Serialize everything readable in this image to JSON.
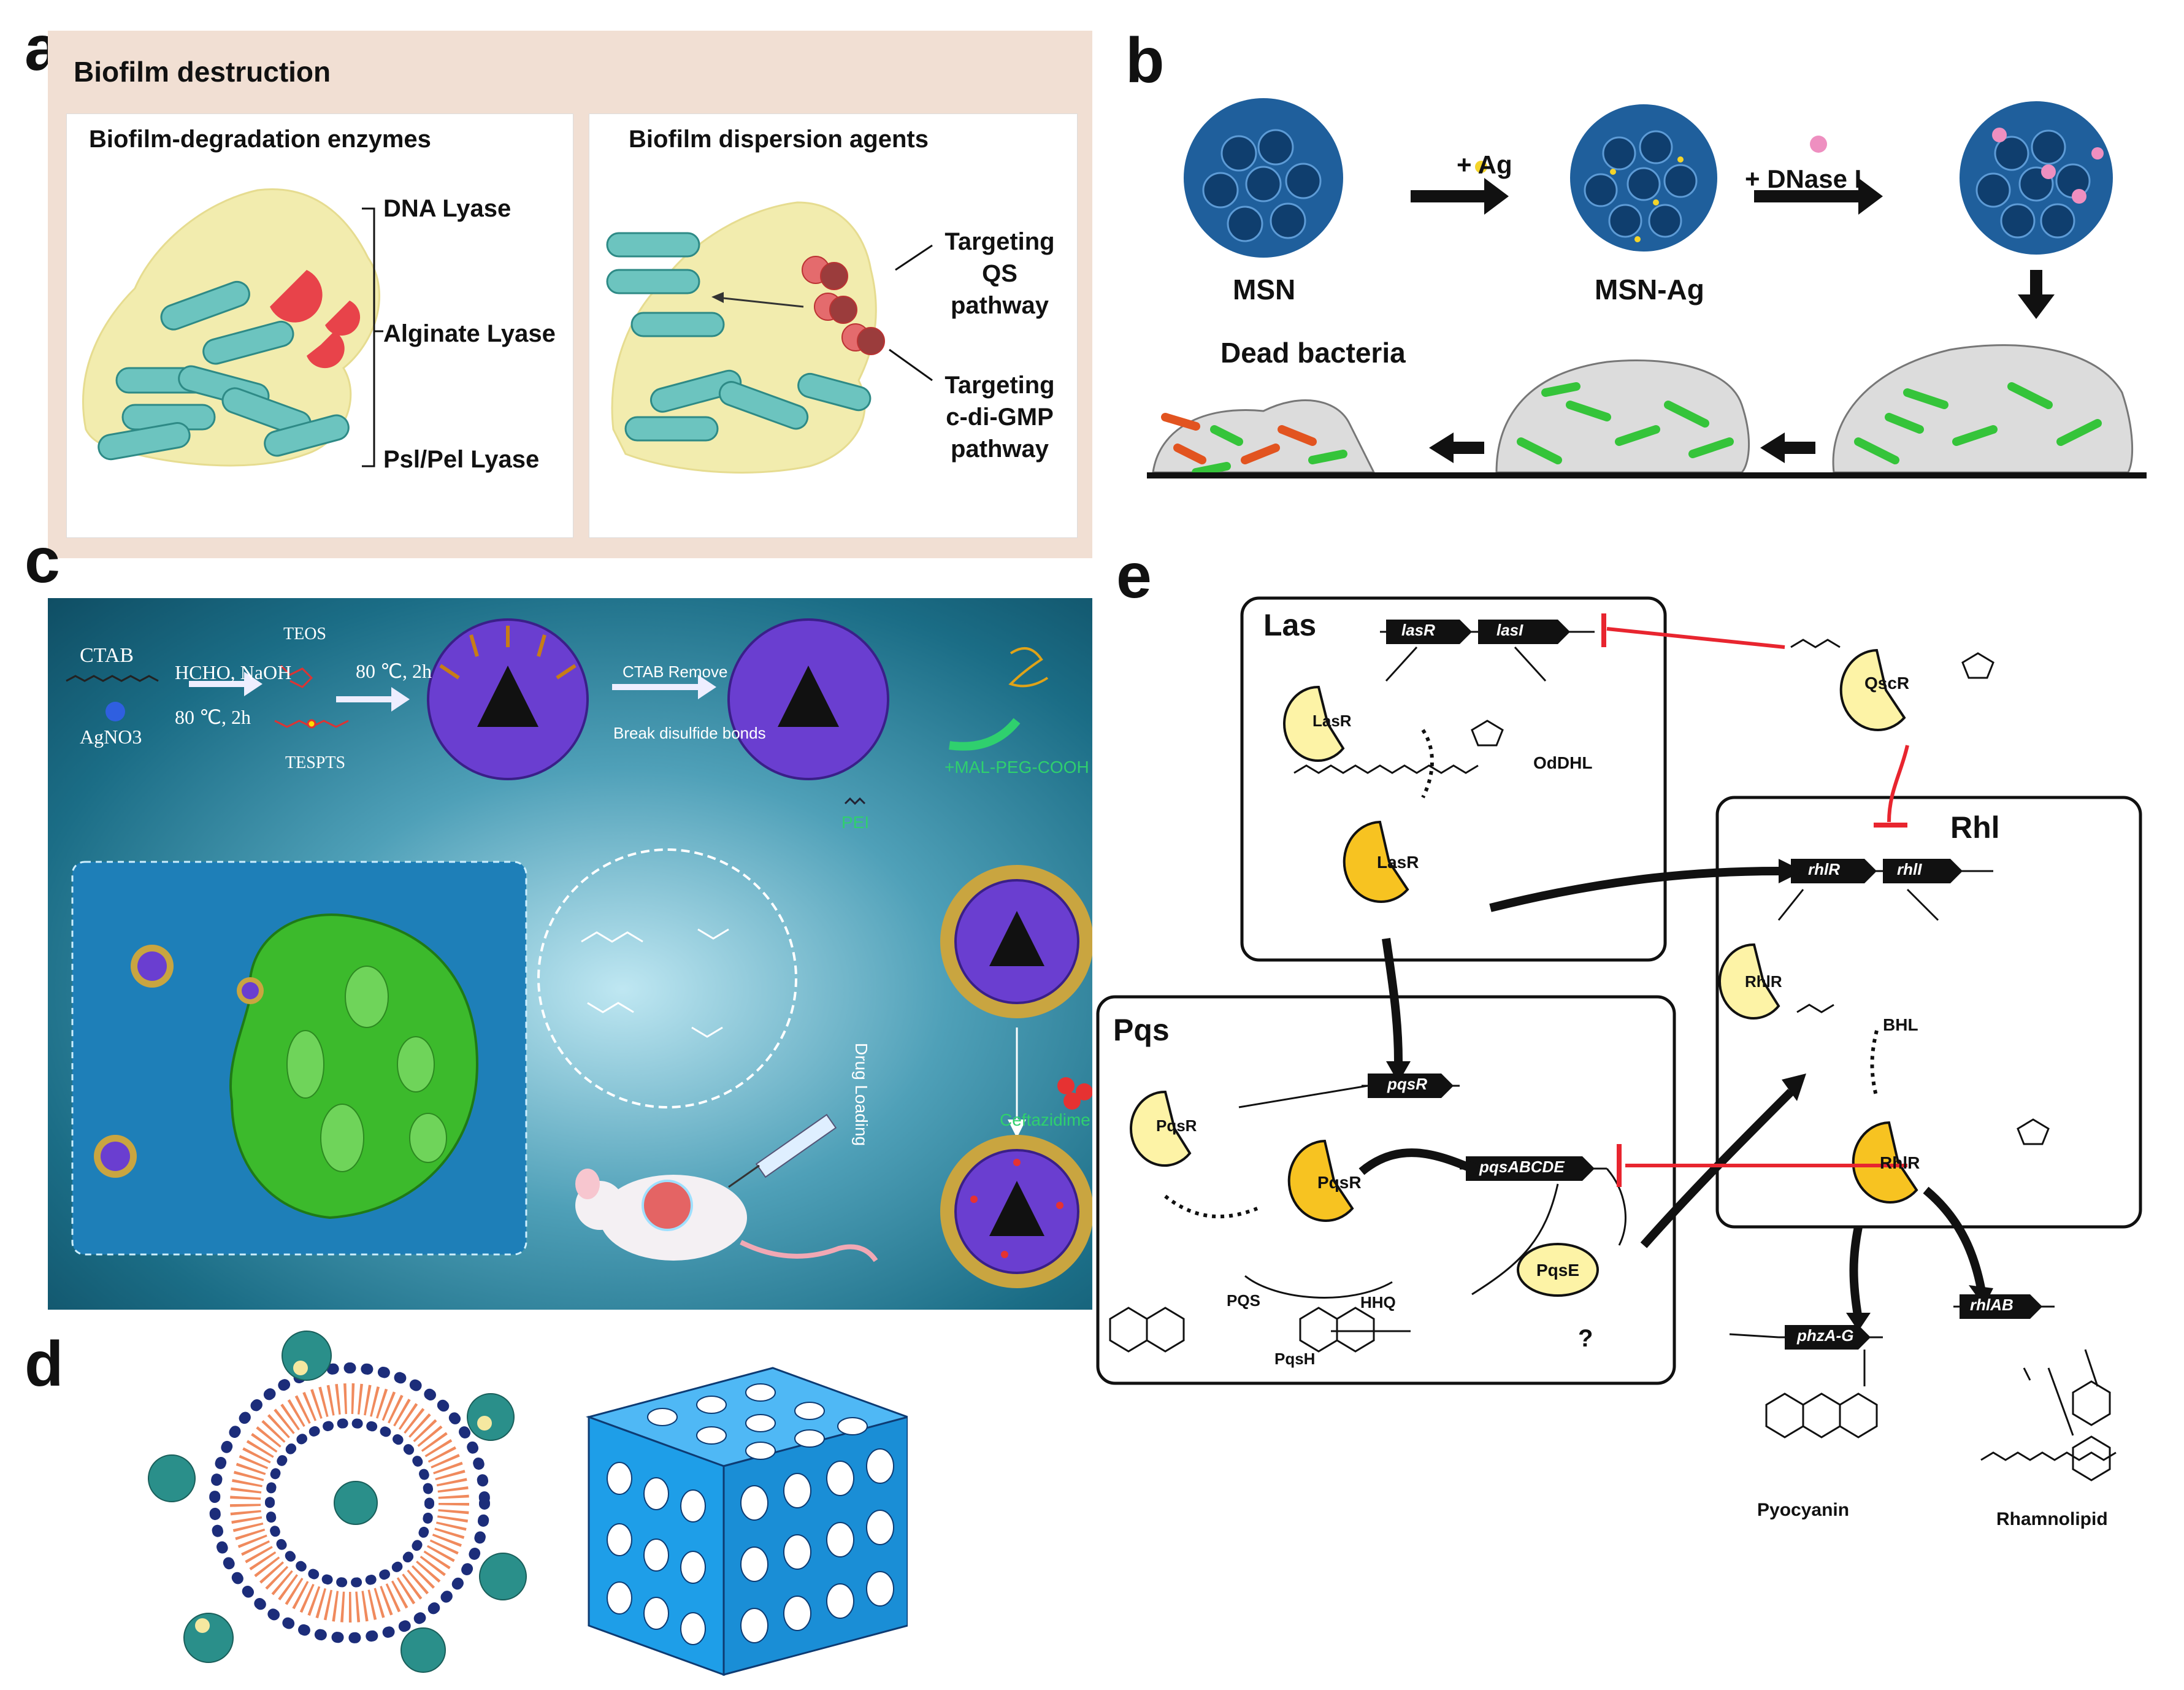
{
  "panels": {
    "a": {
      "letter": "a",
      "title": "Biofilm destruction",
      "left_box": {
        "heading": "Biofilm-degradation enzymes",
        "labels": [
          "DNA Lyase",
          "Alginate Lyase",
          "Psl/Pel Lyase"
        ]
      },
      "right_box": {
        "heading": "Biofilm dispersion agents",
        "qs_lines": [
          "Targeting",
          "QS",
          "pathway"
        ],
        "cdg_lines": [
          "Targeting",
          "c-di-GMP",
          "pathway"
        ]
      }
    },
    "b": {
      "letter": "b",
      "step1": "+ Ag",
      "step2": "+ DNase I",
      "msn": "MSN",
      "msn_ag": "MSN-Ag",
      "dead": "Dead bacteria"
    },
    "c": {
      "letter": "c",
      "ctab": "CTAB",
      "agno3": "AgNO3",
      "cond1": "HCHO, NaOH",
      "cond2": "80 ℃, 2h",
      "teos": "TEOS",
      "tespts": "TESPTS",
      "cond3": "80 ℃, 2h",
      "ctab_remove": "CTAB Remove",
      "break_ss": "Break disulfide bonds",
      "mal_peg": "+MAL-PEG-COOH",
      "pei": "PEI",
      "drug_loading": "Drug Loading",
      "ceftazidime": "Ceftazidime"
    },
    "d": {
      "letter": "d"
    },
    "e": {
      "letter": "e",
      "las": "Las",
      "pqs": "Pqs",
      "rhl": "Rhl",
      "genes": {
        "lasR": "lasR",
        "lasI": "lasI",
        "rhlR": "rhlR",
        "rhlI": "rhlI",
        "pqsR": "pqsR",
        "pqsABCDE": "pqsABCDE",
        "phzAG": "phzA-G",
        "rhlAB": "rhlAB"
      },
      "proteins": {
        "LasR1": "LasR",
        "LasR2": "LasR",
        "QscR": "QscR",
        "RhlR1": "RhlR",
        "RhlR2": "RhlR",
        "PqsR1": "PqsR",
        "PqsR2": "PqsR",
        "PqsE": "PqsE"
      },
      "molecules": {
        "OdDHL": "OdDHL",
        "BHL": "BHL",
        "PQS": "PQS",
        "HHQ": "HHQ",
        "PqsH": "PqsH",
        "Pyocyanin": "Pyocyanin",
        "Rhamnolipid": "Rhamnolipid",
        "unknown": "?"
      }
    }
  },
  "colors": {
    "panel_a_bg": "#f1dfd3",
    "biofilm_yellow": "#f2ecae",
    "bacteria_teal": "#6cc4bf",
    "enzyme_red": "#e8434a",
    "msn_blue": "#1f5f9c",
    "bacteria_green": "#35c43a",
    "dead_orange": "#e25420",
    "c_bg": "#1b6d86",
    "sphere_purple": "#6a3ed0",
    "d_blue": "#1e9ee8",
    "protein_yellow": "#fdf3a6",
    "protein_gold": "#f7c321",
    "inhibit_red": "#e8252f"
  }
}
